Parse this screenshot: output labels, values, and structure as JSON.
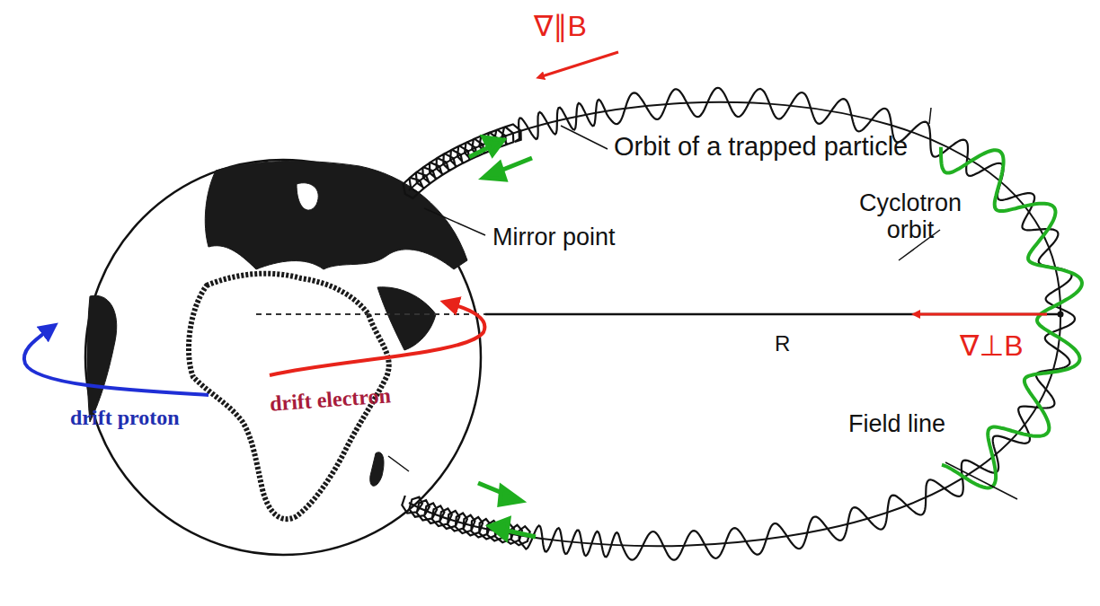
{
  "diagram": {
    "labels": [
      "∇∥B",
      "Orbit of a trapped particle",
      "Mirror point",
      "Cyclotron orbit",
      "R",
      "∇⊥B",
      "Field line",
      "drift proton",
      "drift electron"
    ]
  }
}
